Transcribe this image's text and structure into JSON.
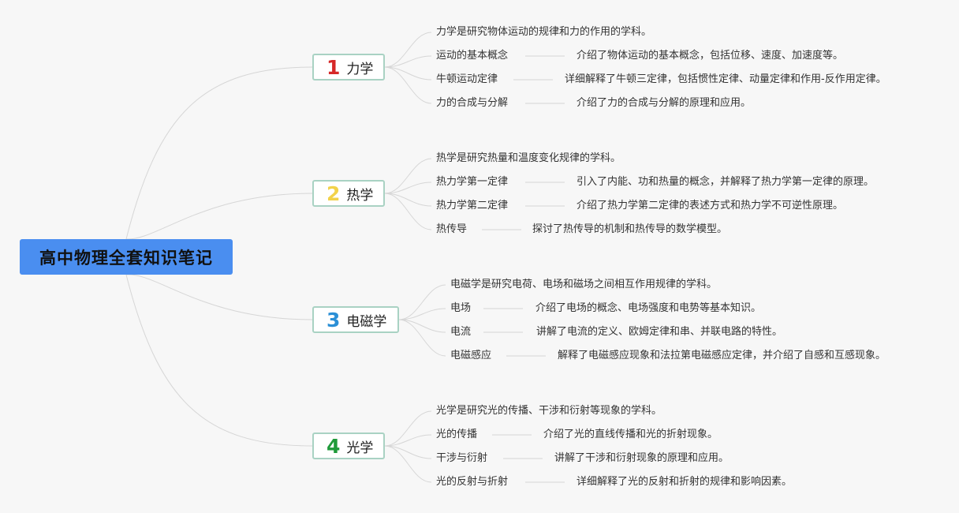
{
  "root": {
    "title": "高中物理全套知识笔记"
  },
  "branches": [
    {
      "number": "1",
      "label": "力学",
      "color": "#d62828",
      "intro": "力学是研究物体运动的规律和力的作用的学科。",
      "items": [
        {
          "topic": "运动的基本概念",
          "detail": "介绍了物体运动的基本概念，包括位移、速度、加速度等。"
        },
        {
          "topic": "牛顿运动定律",
          "detail": "详细解释了牛顿三定律，包括惯性定律、动量定律和作用-反作用定律。"
        },
        {
          "topic": "力的合成与分解",
          "detail": "介绍了力的合成与分解的原理和应用。"
        }
      ]
    },
    {
      "number": "2",
      "label": "热学",
      "color": "#f2d24a",
      "intro": "热学是研究热量和温度变化规律的学科。",
      "items": [
        {
          "topic": "热力学第一定律",
          "detail": "引入了内能、功和热量的概念，并解释了热力学第一定律的原理。"
        },
        {
          "topic": "热力学第二定律",
          "detail": "介绍了热力学第二定律的表述方式和热力学不可逆性原理。"
        },
        {
          "topic": "热传导",
          "detail": "探讨了热传导的机制和热传导的数学模型。"
        }
      ]
    },
    {
      "number": "3",
      "label": "电磁学",
      "color": "#2b8fd6",
      "intro": "电磁学是研究电荷、电场和磁场之间相互作用规律的学科。",
      "items": [
        {
          "topic": "电场",
          "detail": "介绍了电场的概念、电场强度和电势等基本知识。"
        },
        {
          "topic": "电流",
          "detail": "讲解了电流的定义、欧姆定律和串、并联电路的特性。"
        },
        {
          "topic": "电磁感应",
          "detail": "解释了电磁感应现象和法拉第电磁感应定律，并介绍了自感和互感现象。"
        }
      ]
    },
    {
      "number": "4",
      "label": "光学",
      "color": "#1f9a3a",
      "intro": "光学是研究光的传播、干涉和衍射等现象的学科。",
      "items": [
        {
          "topic": "光的传播",
          "detail": "介绍了光的直线传播和光的折射现象。"
        },
        {
          "topic": "干涉与衍射",
          "detail": "讲解了干涉和衍射现象的原理和应用。"
        },
        {
          "topic": "光的反射与折射",
          "detail": "详细解释了光的反射和折射的规律和影响因素。"
        }
      ]
    }
  ]
}
